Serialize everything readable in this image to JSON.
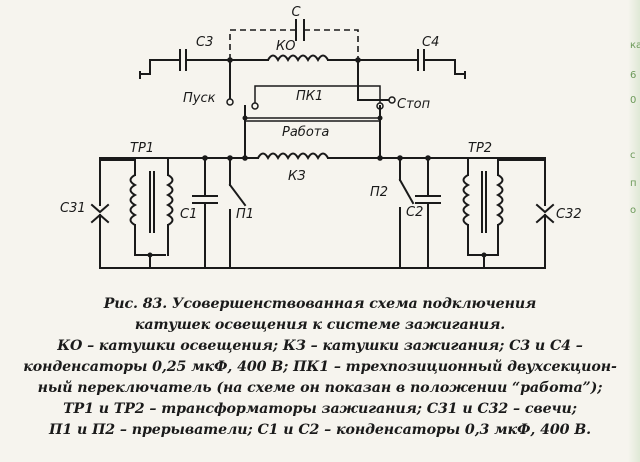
{
  "labels": {
    "c": "C",
    "c3": "C3",
    "c4": "C4",
    "ko": "КО",
    "pusk": "Пуск",
    "pk1": "ПК1",
    "stop": "Стоп",
    "rabota": "Работа",
    "tr1": "TP1",
    "tr2": "TP2",
    "k3": "КЗ",
    "c31": "C31",
    "c32": "C32",
    "c1": "C1",
    "c2": "C2",
    "p1": "П1",
    "p2": "П2"
  },
  "caption": {
    "lines": [
      "Рис. 83. Усовершенствованная схема подключения",
      "катушек освещения к системе зажигания.",
      "КО – катушки освещения; КЗ – катушки зажигания; С3 и С4 –",
      "конденсаторы 0,25 мкФ, 400 В; ПК1 – трехпозиционный двухсекцион-",
      "ный переключатель (на схеме он показан в положении “работа”);",
      "ТР1 и ТР2 – трансформаторы зажигания; С31 и С32 – свечи;",
      "П1 и П2 – прерыватели; С1 и С2 – конденсаторы 0,3 мкФ, 400 В."
    ]
  },
  "edge_marks": [
    "ка",
    "6",
    "0",
    "с",
    "п",
    "о"
  ],
  "colors": {
    "ink": "#1a1a1a",
    "paper": "#f6f4ee",
    "edge": "#6d9a5a"
  }
}
